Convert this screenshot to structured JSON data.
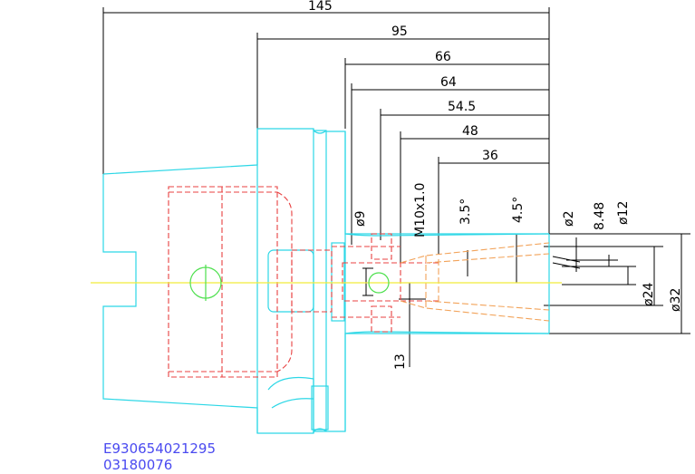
{
  "dimensions": {
    "d145": "145",
    "d95": "95",
    "d66": "66",
    "d64": "64",
    "d54_5": "54.5",
    "d48": "48",
    "d36": "36",
    "d9": "ø9",
    "m10": "M10x1.0",
    "a35": "3.5°",
    "a45": "4.5°",
    "d2": "ø2",
    "d848": "8.48",
    "d12": "ø12",
    "d24": "ø24",
    "d32": "ø32",
    "d13": "13"
  },
  "codes": {
    "line1": "E930654021295",
    "line2": "03180076"
  },
  "colors": {
    "outline": "#2cd7e6",
    "hidden": "#e84040",
    "collet": "#f2a35a",
    "centerline": "#f2ec3a",
    "circle": "#4ee04e",
    "codes": "#4a4af0"
  }
}
